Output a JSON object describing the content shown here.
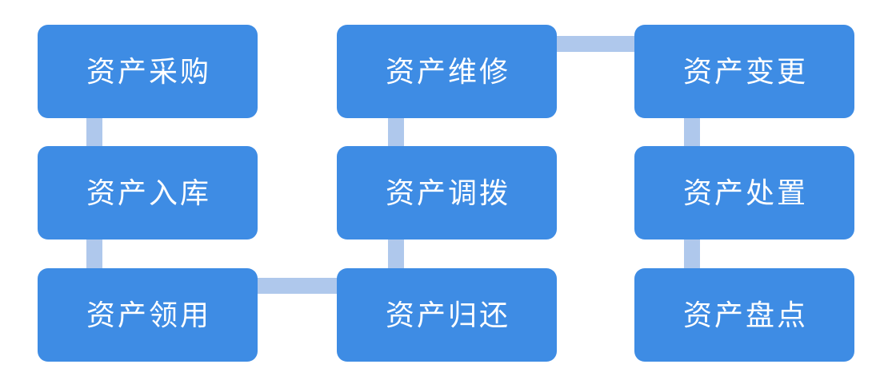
{
  "diagram": {
    "background_color": "#ffffff",
    "node_color": "#3e8ce4",
    "connector_color": "#afc8ec",
    "text_color": "#ffffff",
    "nodes": [
      {
        "id": "asset-procurement",
        "label": "资产采购"
      },
      {
        "id": "asset-repair",
        "label": "资产维修"
      },
      {
        "id": "asset-change",
        "label": "资产变更"
      },
      {
        "id": "asset-warehousing",
        "label": "资产入库"
      },
      {
        "id": "asset-transfer",
        "label": "资产调拨"
      },
      {
        "id": "asset-disposal",
        "label": "资产处置"
      },
      {
        "id": "asset-requisition",
        "label": "资产领用"
      },
      {
        "id": "asset-return",
        "label": "资产归还"
      },
      {
        "id": "asset-inventory",
        "label": "资产盘点"
      }
    ],
    "edges": [
      {
        "from": "资产采购",
        "to": "资产入库",
        "orientation": "vertical"
      },
      {
        "from": "资产入库",
        "to": "资产领用",
        "orientation": "vertical"
      },
      {
        "from": "资产领用",
        "to": "资产归还",
        "orientation": "horizontal"
      },
      {
        "from": "资产维修",
        "to": "资产调拨",
        "orientation": "vertical"
      },
      {
        "from": "资产调拨",
        "to": "资产归还",
        "orientation": "vertical"
      },
      {
        "from": "资产维修",
        "to": "资产变更",
        "orientation": "horizontal"
      },
      {
        "from": "资产变更",
        "to": "资产处置",
        "orientation": "vertical"
      },
      {
        "from": "资产处置",
        "to": "资产盘点",
        "orientation": "vertical"
      }
    ]
  }
}
